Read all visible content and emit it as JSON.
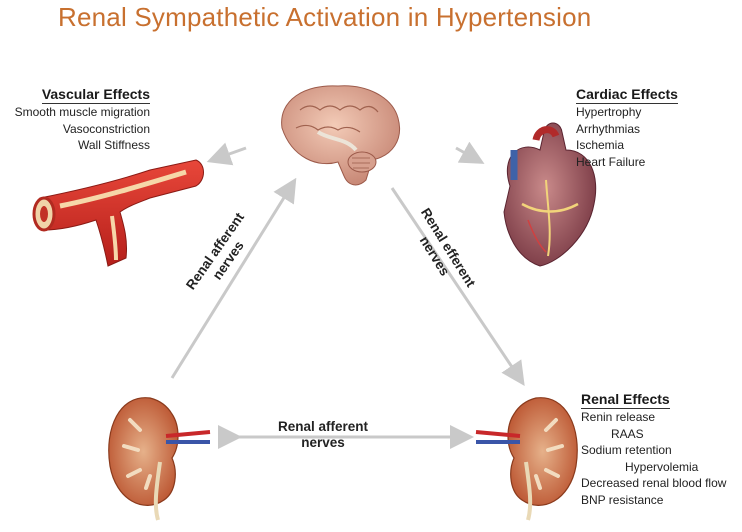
{
  "title": "Renal Sympathetic Activation in Hypertension",
  "vascular": {
    "heading": "Vascular Effects",
    "items": [
      "Smooth muscle migration",
      "Vasoconstriction",
      "Wall Stiffness"
    ]
  },
  "cardiac": {
    "heading": "Cardiac Effects",
    "items": [
      "Hypertrophy",
      "Arrhythmias",
      "Ischemia",
      "Heart Failure"
    ]
  },
  "renal": {
    "heading": "Renal Effects",
    "items": [
      "Renin release",
      "RAAS",
      "Sodium retention",
      "Hypervolemia",
      "Decreased renal blood flow",
      "BNP resistance"
    ]
  },
  "nerves": {
    "left": [
      "Renal afferent",
      "nerves"
    ],
    "right": [
      "Renal efferent",
      "nerves"
    ],
    "bottom": [
      "Renal afferent",
      "nerves"
    ]
  },
  "colors": {
    "title": "#c8702f",
    "arrow": "#c9c9c9"
  }
}
